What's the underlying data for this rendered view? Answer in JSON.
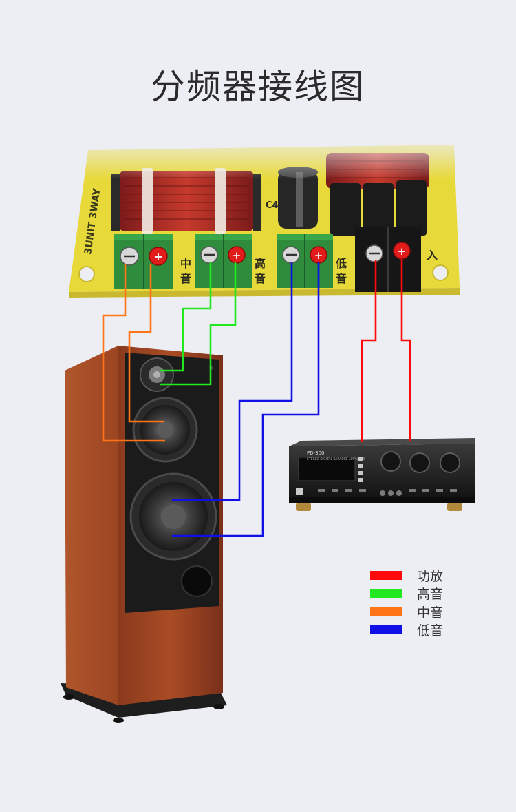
{
  "title": "分频器接线图",
  "board": {
    "label_left": "3UNIT 3WAY",
    "section_mid": [
      "中",
      "音"
    ],
    "section_high": [
      "高",
      "音"
    ],
    "section_low": [
      "低",
      "音"
    ],
    "section_input": [
      "入"
    ],
    "capacitor_label": "C4"
  },
  "amplifier": {
    "model": "PD-300",
    "subtitle": "STEREO DIGITAL KARAOKE AMPLIFIER"
  },
  "legend": [
    {
      "label": "功放",
      "color": "#ff0a0a"
    },
    {
      "label": "高音",
      "color": "#22e822"
    },
    {
      "label": "中音",
      "color": "#ff7417"
    },
    {
      "label": "低音",
      "color": "#0f0fe6"
    }
  ],
  "wires": {
    "power": "#ff0a0a",
    "tweeter": "#22e822",
    "mid": "#ff7417",
    "bass": "#0f0fe6"
  }
}
